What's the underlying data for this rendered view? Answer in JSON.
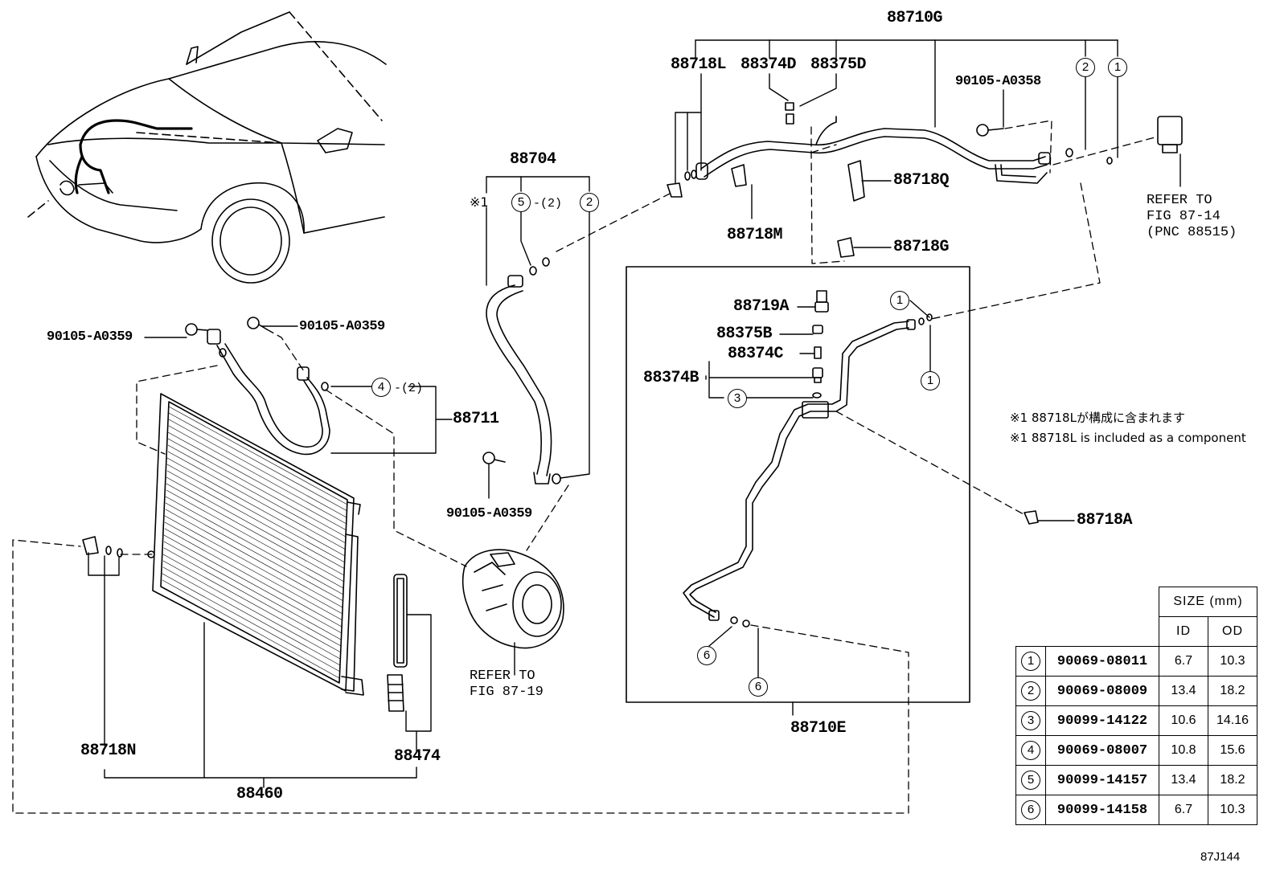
{
  "labels": {
    "p88710G": "88710G",
    "p88718L": "88718L",
    "p88374D": "88374D",
    "p88375D": "88375D",
    "p90105_A0358": "90105-A0358",
    "p88704": "88704",
    "p88718Q": "88718Q",
    "p88718M": "88718M",
    "p88718G": "88718G",
    "p88719A": "88719A",
    "p88375B": "88375B",
    "p88374C": "88374C",
    "p88374B": "88374B",
    "p90105_A0359_left": "90105-A0359",
    "p90105_A0359_right": "90105-A0359",
    "p90105_A0359_lower": "90105-A0359",
    "p88711": "88711",
    "p88718A": "88718A",
    "p88710E": "88710E",
    "p88718N": "88718N",
    "p88474": "88474",
    "p88460": "88460"
  },
  "callouts": {
    "c1": "1",
    "c2": "2",
    "c3": "3",
    "c4": "4",
    "c5": "5",
    "c6": "6",
    "qty2": "-(2)",
    "star1": "※1"
  },
  "refs": {
    "ref_87_14": [
      "REFER TO",
      "FIG 87-14",
      "(PNC 88515)"
    ],
    "ref_87_19": [
      "REFER TO",
      "FIG 87-19"
    ]
  },
  "notes": {
    "jp": "※1 88718Lが構成に含まれます",
    "en": "※1 88718L is included as a component"
  },
  "size_table": {
    "header": "SIZE (mm)",
    "col_id": "ID",
    "col_od": "OD",
    "rows": [
      {
        "sym": "1",
        "part": "90069-08011",
        "id": "6.7",
        "od": "10.3"
      },
      {
        "sym": "2",
        "part": "90069-08009",
        "id": "13.4",
        "od": "18.2"
      },
      {
        "sym": "3",
        "part": "90099-14122",
        "id": "10.6",
        "od": "14.16"
      },
      {
        "sym": "4",
        "part": "90069-08007",
        "id": "10.8",
        "od": "15.6"
      },
      {
        "sym": "5",
        "part": "90099-14157",
        "id": "13.4",
        "od": "18.2"
      },
      {
        "sym": "6",
        "part": "90099-14158",
        "id": "6.7",
        "od": "10.3"
      }
    ]
  },
  "figure_code": "87J144"
}
